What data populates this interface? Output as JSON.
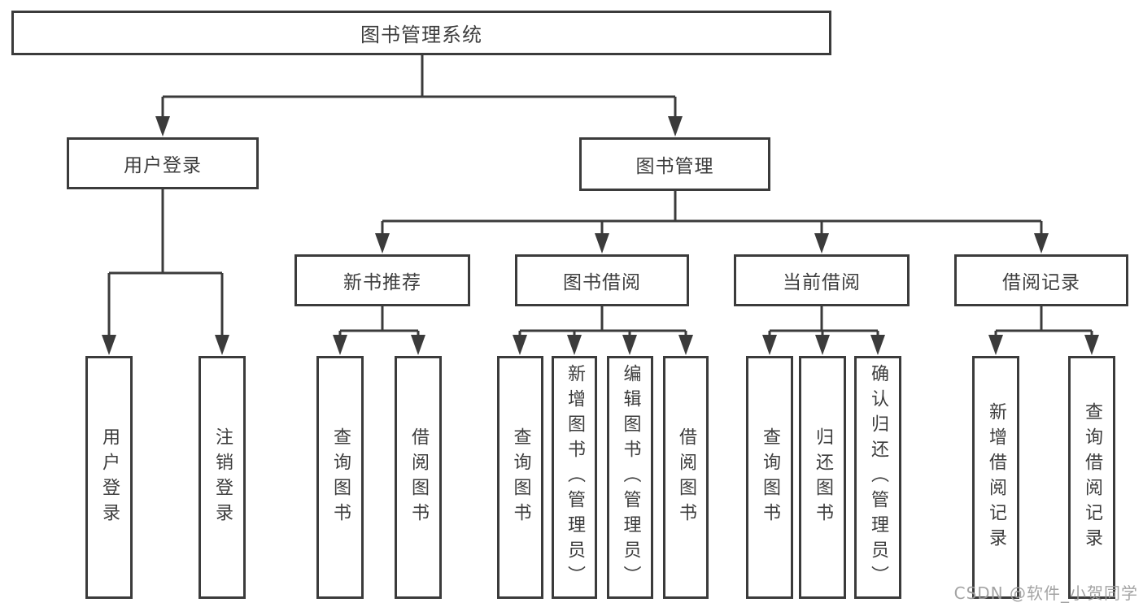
{
  "diagram": {
    "type": "feature-tree",
    "nodes": {
      "root": "图书管理系统",
      "user_login": "用户登录",
      "book_management": "图书管理",
      "new_book_recommend": "新书推荐",
      "book_borrowing": "图书借阅",
      "current_borrowing": "当前借阅",
      "borrowing_records": "借阅记录",
      "leaf_user_login": "用户登录",
      "leaf_logout": "注销登录",
      "leaf_query_books_recommend": "查询图书",
      "leaf_borrow_books_recommend": "借阅图书",
      "leaf_query_books_borrowing": "查询图书",
      "leaf_add_book_admin": "新增图书（管理员）",
      "leaf_edit_book_admin": "编辑图书（管理员）",
      "leaf_borrow_books_borrowing": "借阅图书",
      "leaf_query_books_current": "查询图书",
      "leaf_return_books": "归还图书",
      "leaf_confirm_return_admin": "确认归还（管理员）",
      "leaf_add_borrow_record": "新增借阅记录",
      "leaf_query_borrow_record": "查询借阅记录"
    },
    "edges": [
      [
        "root",
        "user_login"
      ],
      [
        "root",
        "book_management"
      ],
      [
        "user_login",
        "leaf_user_login"
      ],
      [
        "user_login",
        "leaf_logout"
      ],
      [
        "book_management",
        "new_book_recommend"
      ],
      [
        "book_management",
        "book_borrowing"
      ],
      [
        "book_management",
        "current_borrowing"
      ],
      [
        "book_management",
        "borrowing_records"
      ],
      [
        "new_book_recommend",
        "leaf_query_books_recommend"
      ],
      [
        "new_book_recommend",
        "leaf_borrow_books_recommend"
      ],
      [
        "book_borrowing",
        "leaf_query_books_borrowing"
      ],
      [
        "book_borrowing",
        "leaf_add_book_admin"
      ],
      [
        "book_borrowing",
        "leaf_edit_book_admin"
      ],
      [
        "book_borrowing",
        "leaf_borrow_books_borrowing"
      ],
      [
        "current_borrowing",
        "leaf_query_books_current"
      ],
      [
        "current_borrowing",
        "leaf_return_books"
      ],
      [
        "current_borrowing",
        "leaf_confirm_return_admin"
      ],
      [
        "borrowing_records",
        "leaf_add_borrow_record"
      ],
      [
        "borrowing_records",
        "leaf_query_borrow_record"
      ]
    ],
    "colors": {
      "line": "#3b3b3b",
      "text": "#3d3d3d",
      "box_fill": "#ffffff",
      "watermark": "#9c9c9c",
      "background": "#ffffff"
    }
  },
  "watermark": "CSDN @软件_小贺同学"
}
